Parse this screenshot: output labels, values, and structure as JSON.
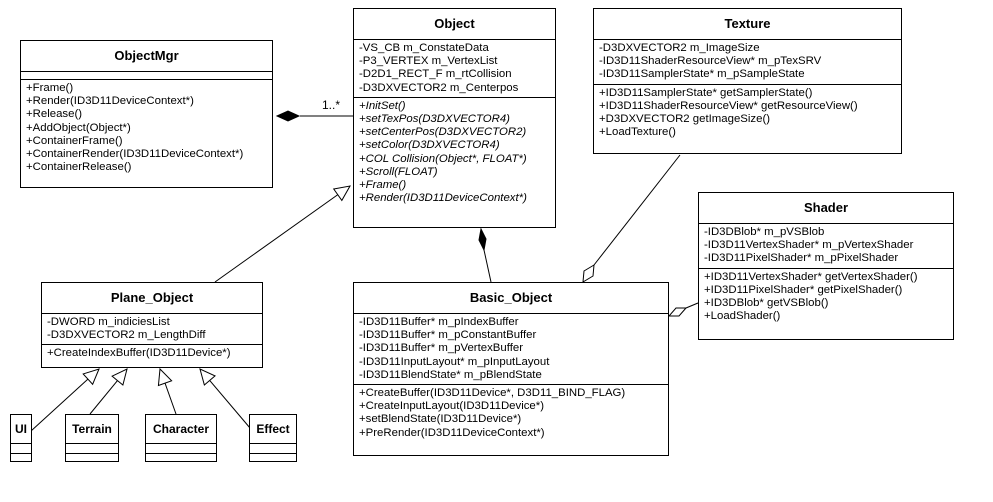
{
  "classes": {
    "objectmgr": {
      "name": "ObjectMgr",
      "attributes": [],
      "operations": [
        "+Frame()",
        "+Render(ID3D11DeviceContext*)",
        "+Release()",
        "+AddObject(Object*)",
        "+ContainerFrame()",
        "+ContainerRender(ID3D11DeviceContext*)",
        "+ContainerRelease()"
      ]
    },
    "object": {
      "name": "Object",
      "attributes": [
        "-VS_CB m_ConstateData",
        "-P3_VERTEX m_VertexList",
        "-D2D1_RECT_F m_rtCollision",
        "-D3DXVECTOR2 m_Centerpos"
      ],
      "operations": [
        "+InitSet()",
        "+setTexPos(D3DXVECTOR4)",
        "+setCenterPos(D3DXVECTOR2)",
        "+setColor(D3DXVECTOR4)",
        "+COL Collision(Object*, FLOAT*)",
        "+Scroll(FLOAT)",
        "+Frame()",
        "+Render(ID3D11DeviceContext*)"
      ]
    },
    "texture": {
      "name": "Texture",
      "attributes": [
        "-D3DXVECTOR2 m_ImageSize",
        "-ID3D11ShaderResourceView* m_pTexSRV",
        "-ID3D11SamplerState* m_pSampleState"
      ],
      "operations": [
        "+ID3D11SamplerState* getSamplerState()",
        "+ID3D11ShaderResourceView* getResourceView()",
        "+D3DXVECTOR2 getImageSize()",
        "+LoadTexture()"
      ]
    },
    "shader": {
      "name": "Shader",
      "attributes": [
        "-ID3DBlob* m_pVSBlob",
        "-ID3D11VertexShader* m_pVertexShader",
        "-ID3D11PixelShader* m_pPixelShader"
      ],
      "operations": [
        "+ID3D11VertexShader* getVertexShader()",
        "+ID3D11PixelShader* getPixelShader()",
        "+ID3DBlob* getVSBlob()",
        "+LoadShader()"
      ]
    },
    "plane_object": {
      "name": "Plane_Object",
      "attributes": [
        "-DWORD m_indiciesList",
        "-D3DXVECTOR2 m_LengthDiff"
      ],
      "operations": [
        "+CreateIndexBuffer(ID3D11Device*)"
      ]
    },
    "basic_object": {
      "name": "Basic_Object",
      "attributes": [
        "-ID3D11Buffer* m_pIndexBuffer",
        "-ID3D11Buffer* m_pConstantBuffer",
        "-ID3D11Buffer* m_pVertexBuffer",
        "-ID3D11InputLayout* m_pInputLayout",
        "-ID3D11BlendState* m_pBlendState"
      ],
      "operations": [
        "+CreateBuffer(ID3D11Device*, D3D11_BIND_FLAG)",
        "+CreateInputLayout(ID3D11Device*)",
        "+setBlendState(ID3D11Device*)",
        "+PreRender(ID3D11DeviceContext*)"
      ]
    }
  },
  "leaf_classes": [
    "UI",
    "Terrain",
    "Character",
    "Effect"
  ],
  "multiplicity": "1..*"
}
